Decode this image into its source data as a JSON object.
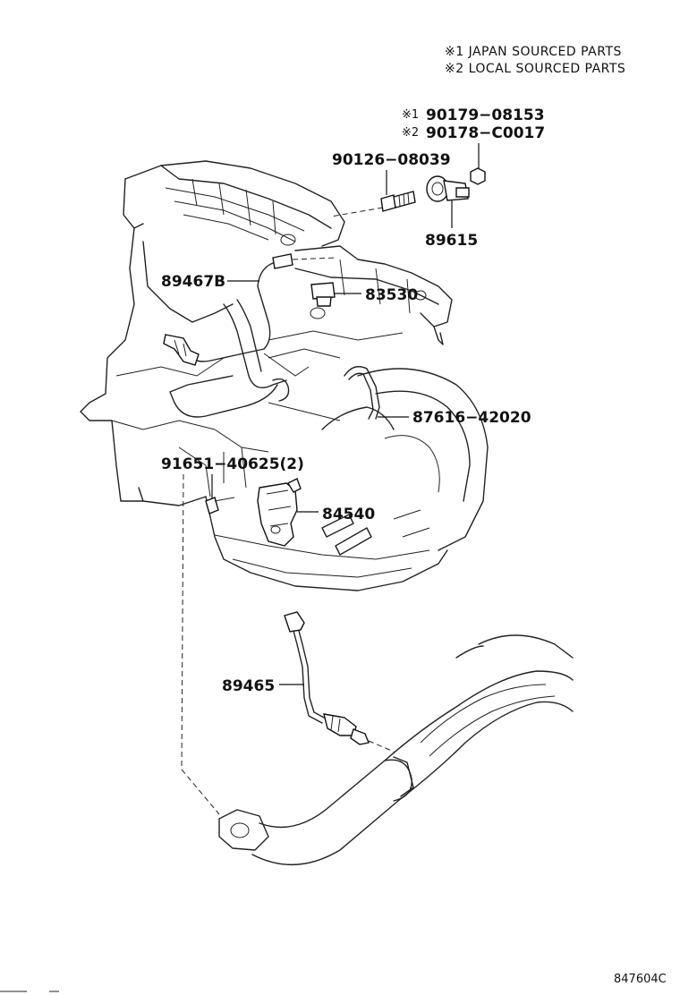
{
  "notes": [
    "※1 JAPAN SOURCED PARTS",
    "※2 LOCAL SOURCED PARTS"
  ],
  "parts": {
    "p90179": "90179−08153",
    "p90179_mark": "※1",
    "p90178": "90178−C0017",
    "p90178_mark": "※2",
    "p90126": "90126−08039",
    "p89615": "89615",
    "p89467B": "89467B",
    "p83530": "83530",
    "p87616": "87616−42020",
    "p91651": "91651−40625(2)",
    "p84540": "84540",
    "p89465": "89465"
  },
  "diagram_code": "847604C"
}
